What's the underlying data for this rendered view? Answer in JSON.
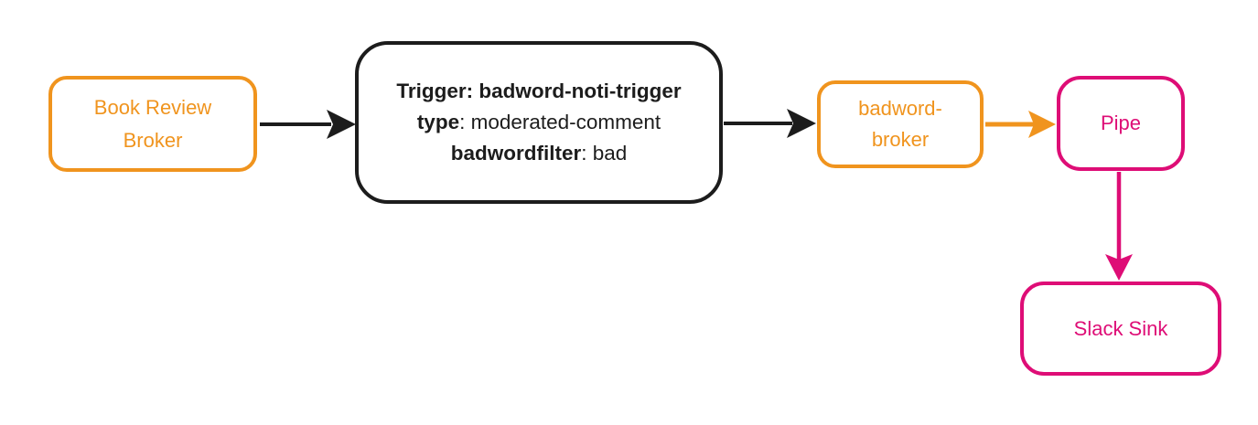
{
  "colors": {
    "orange": "#F0941E",
    "pink": "#DE0D76",
    "ink": "#1C1C1C"
  },
  "diagram": {
    "nodes": {
      "book_review_broker": {
        "line1": "Book Review",
        "line2": "Broker"
      },
      "trigger_box": {
        "line1_bold": "Trigger: badword-noti-trigger",
        "line2_key": "type",
        "line2_value": ": moderated-comment",
        "line3_key": "badwordfilter",
        "line3_value": ": bad"
      },
      "badword_broker": {
        "line1": "badword-",
        "line2": "broker"
      },
      "pipe": {
        "label": "Pipe"
      },
      "slack_sink": {
        "label": "Slack Sink"
      }
    }
  }
}
